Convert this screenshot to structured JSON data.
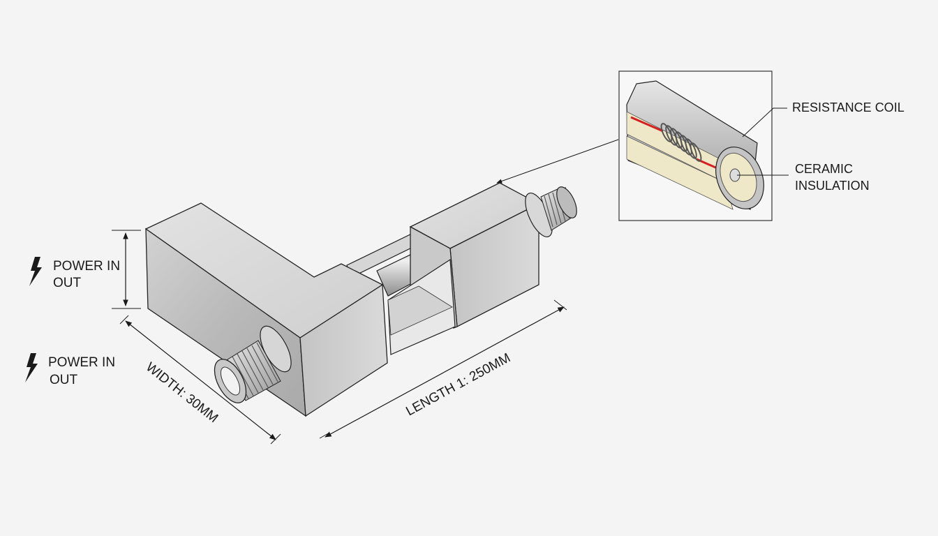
{
  "power_labels": [
    {
      "line1": "POWER IN",
      "line2": "OUT"
    },
    {
      "line1": "POWER IN",
      "line2": "OUT"
    }
  ],
  "dimensions": {
    "width": "WIDTH: 30MM",
    "length": "LENGTH 1: 250MM"
  },
  "inset": {
    "callout_coil": "RESISTANCE COIL",
    "callout_insulation_line1": "CERAMIC",
    "callout_insulation_line2": "INSULATION"
  },
  "colors": {
    "background": "#f4f4f4",
    "line": "#1a1a1a",
    "wire": "#d42020",
    "insulation": "#efe8c8"
  }
}
